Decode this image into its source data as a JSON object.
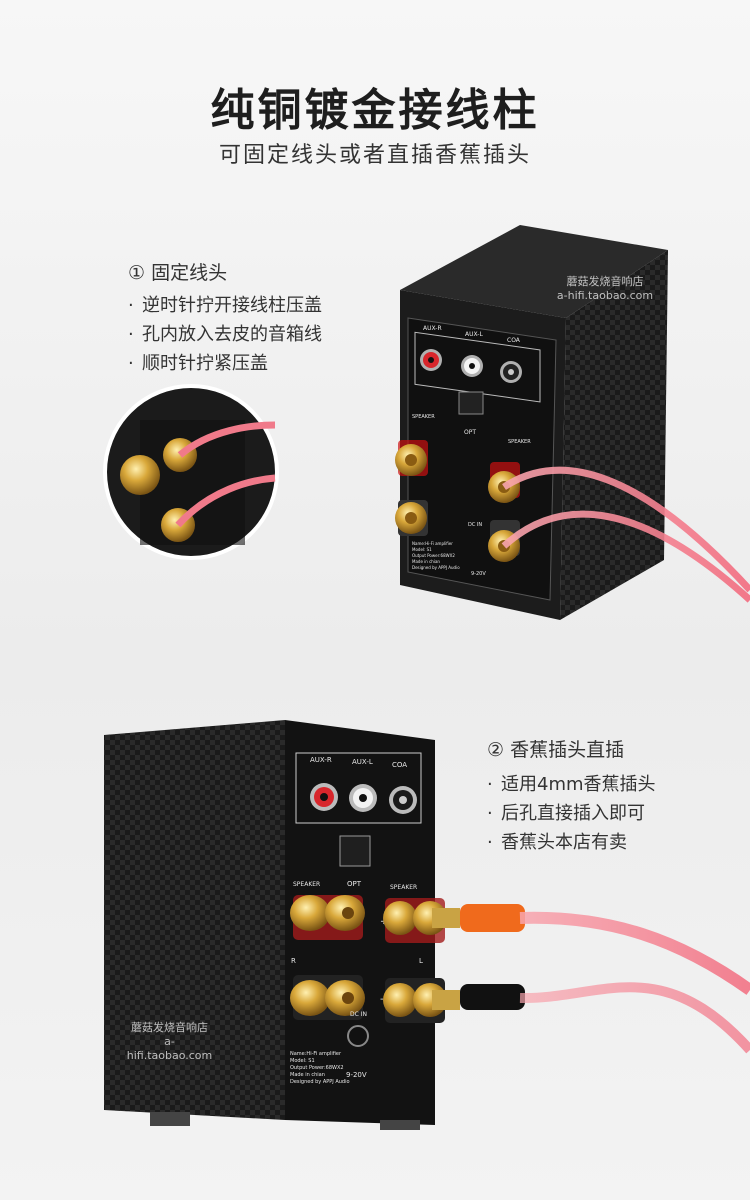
{
  "header": {
    "title": "纯铜镀金接线柱",
    "subtitle": "可固定线头或者直插香蕉插头"
  },
  "section1": {
    "heading": "① 固定线头",
    "bullets": [
      "逆时针拧开接线柱压盖",
      "孔内放入去皮的音箱线",
      "顺时针拧紧压盖"
    ]
  },
  "section2": {
    "heading": "② 香蕉插头直插",
    "bullets": [
      "适用4mm香蕉插头",
      "后孔直接插入即可",
      "香蕉头本店有卖"
    ]
  },
  "watermark": {
    "line1": "蘑菇发烧音响店",
    "line2": "a-hifi.taobao.com"
  },
  "panel": {
    "aux_r": "AUX-R",
    "aux_l": "AUX-L",
    "coa": "COA",
    "opt": "OPT",
    "speaker": "SPEAKER",
    "dc_in": "DC IN",
    "voltage": "9-20V",
    "plus": "+",
    "minus": "-",
    "r": "R",
    "l": "L",
    "spec_name": "Name:Hi-Fi amplifier",
    "spec_model": "Model: S1",
    "spec_power": "Output Power:68WX2",
    "spec_made": "Made in chian",
    "spec_designed": "Designed by APPJ Audio"
  },
  "colors": {
    "gold": "#d4a73c",
    "cable": "#f07a8a",
    "red_rca": "#d8262c",
    "body": "#141414"
  }
}
